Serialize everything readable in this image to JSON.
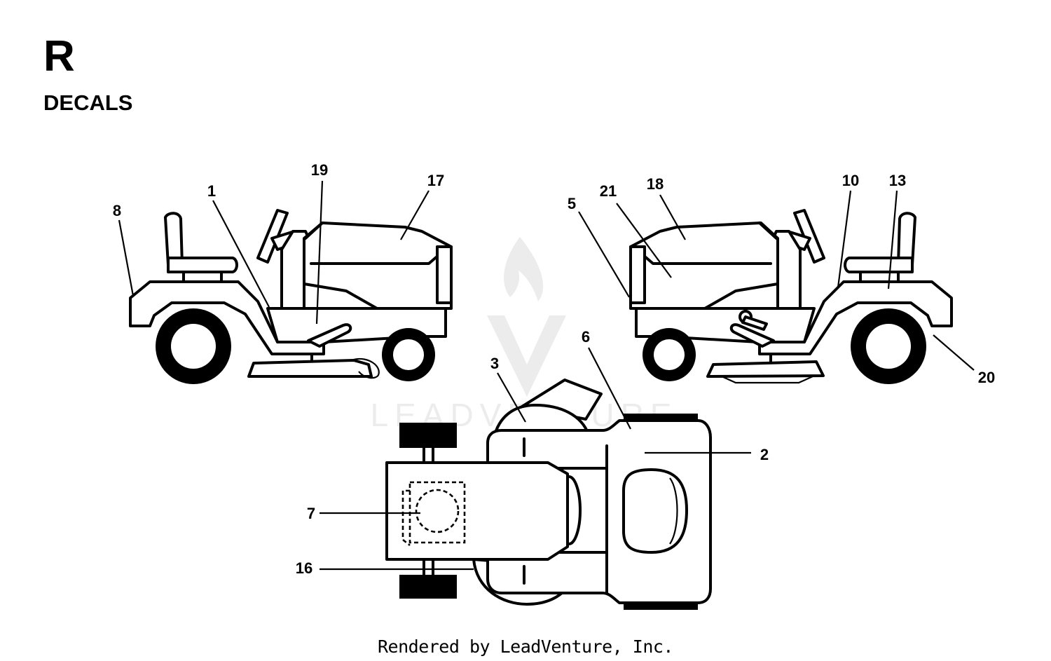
{
  "header": {
    "section_letter": "R",
    "section_title": "DECALS"
  },
  "footer": {
    "credit": "Rendered by LeadVenture, Inc."
  },
  "watermark": {
    "text": "LEADVENTURE",
    "color": "#ececec"
  },
  "callouts": {
    "c1": "1",
    "c2": "2",
    "c3": "3",
    "c5": "5",
    "c6": "6",
    "c7": "7",
    "c8": "8",
    "c10": "10",
    "c13": "13",
    "c16": "16",
    "c17": "17",
    "c18": "18",
    "c19": "19",
    "c20": "20",
    "c21": "21"
  }
}
